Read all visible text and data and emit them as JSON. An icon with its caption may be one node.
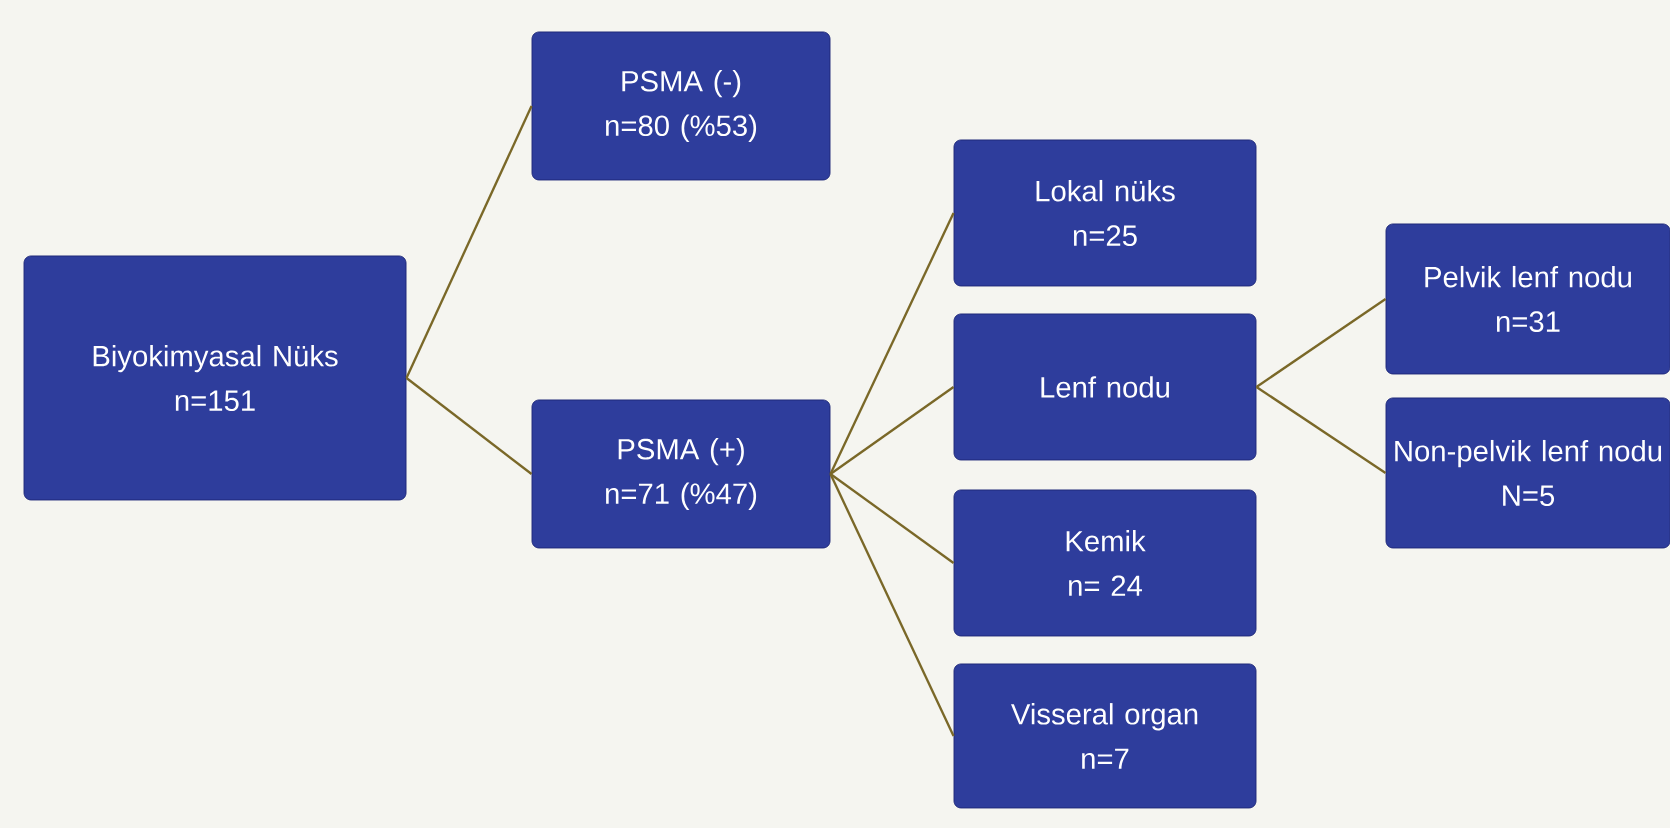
{
  "diagram": {
    "nodes": [
      {
        "text": [
          "Biyokimyasal Nüks",
          "n=151"
        ]
      },
      {
        "text": [
          "PSMA (-)",
          "n=80 (%53)"
        ]
      },
      {
        "text": [
          "PSMA (+)",
          "n=71 (%47)"
        ]
      },
      {
        "text": [
          "Lokal nüks",
          "n=25"
        ]
      },
      {
        "text": [
          "Lenf nodu"
        ]
      },
      {
        "text": [
          "Kemik",
          "n= 24"
        ]
      },
      {
        "text": [
          "Visseral organ",
          "n=7"
        ]
      },
      {
        "text": [
          "Pelvik lenf nodu",
          "n=31"
        ]
      },
      {
        "text": [
          "Non-pelvik lenf nodu",
          "N=5"
        ]
      }
    ],
    "edges": [
      {
        "from": 0,
        "to": 1,
        "arrow": "none"
      },
      {
        "from": 0,
        "to": 2,
        "arrow": "none"
      },
      {
        "from": 2,
        "to": 3,
        "arrow": "none"
      },
      {
        "from": 2,
        "to": 4,
        "arrow": "none"
      },
      {
        "from": 2,
        "to": 5,
        "arrow": "none"
      },
      {
        "from": 2,
        "to": 6,
        "arrow": "none"
      },
      {
        "from": 4,
        "to": 7,
        "arrow": "none"
      },
      {
        "from": 4,
        "to": 8,
        "arrow": "none"
      }
    ]
  }
}
